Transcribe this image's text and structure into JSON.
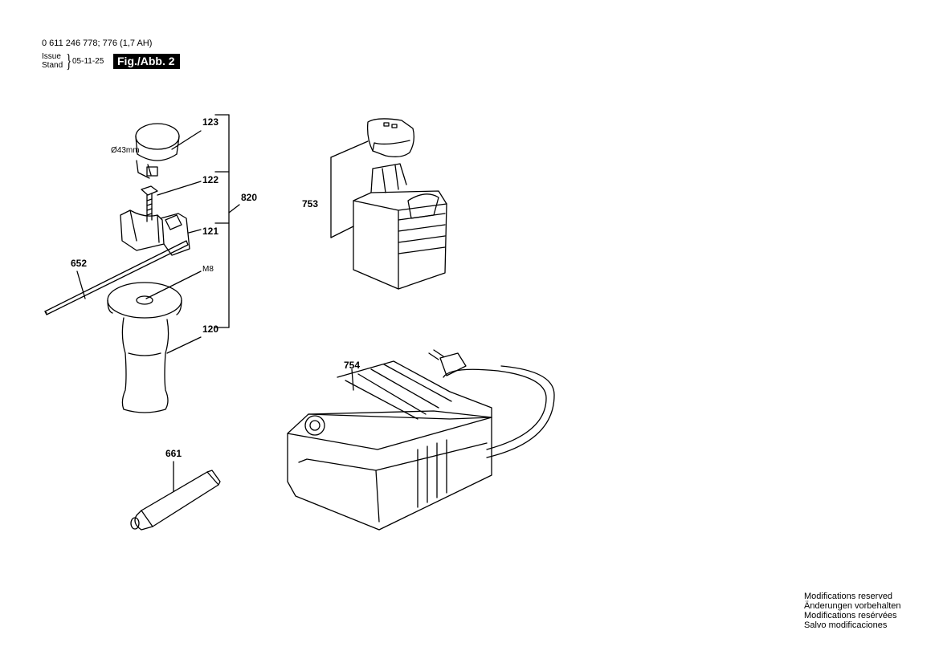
{
  "header": {
    "doc_number": "0 611 246 778; 776 (1,7 AH)",
    "issue_label": "Issue",
    "stand_label": "Stand",
    "issue_date": "05-11-25",
    "figure_label": "Fig./Abb. 2"
  },
  "callouts": {
    "p123": "123",
    "p122": "122",
    "p121": "121",
    "p120": "120",
    "p820": "820",
    "p652": "652",
    "m8": "M8",
    "diameter": "Ø43mm",
    "p661": "661",
    "p753": "753",
    "p754": "754"
  },
  "notes": [
    "Modifications reserved",
    "Änderungen vorbehalten",
    "Modifications resérvées",
    "Salvo modificaciones"
  ]
}
